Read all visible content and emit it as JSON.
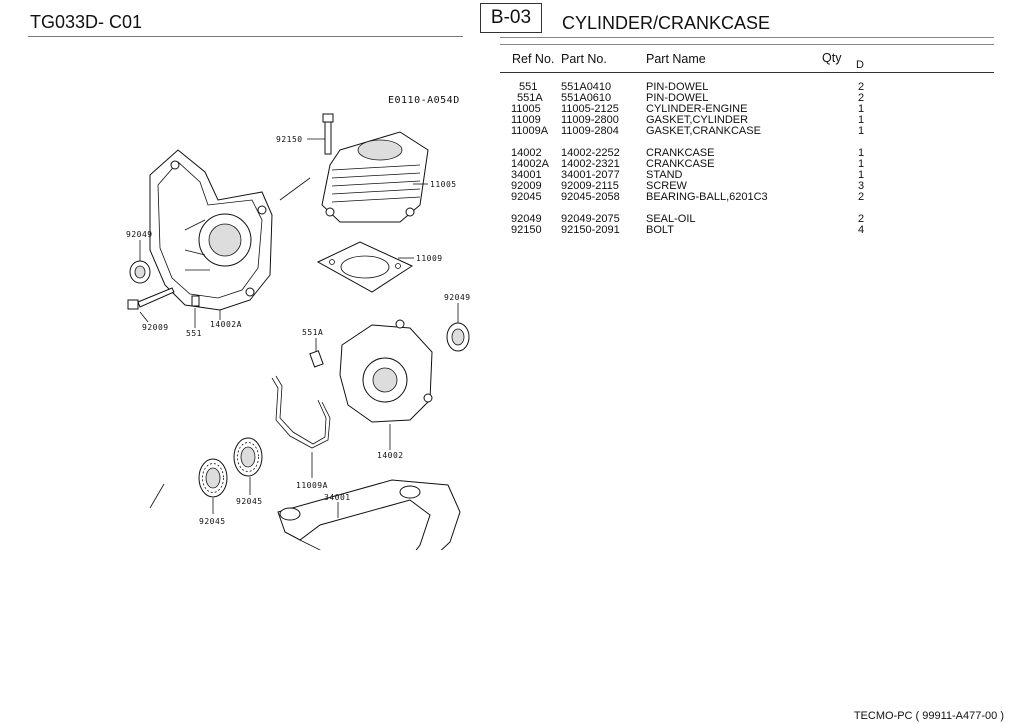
{
  "header": {
    "model": "TG033D- C01",
    "section": "B-03",
    "title": "CYLINDER/CRANKCASE"
  },
  "table": {
    "headers": {
      "ref": "Ref No.",
      "part": "Part No.",
      "name": "Part Name",
      "qty": "Qty",
      "d": "D"
    },
    "rows": [
      {
        "ref": "551",
        "part": "551A0410",
        "name": "PIN-DOWEL",
        "qty": "2"
      },
      {
        "ref": "551A",
        "part": "551A0610",
        "name": "PIN-DOWEL",
        "qty": "2"
      },
      {
        "ref": "11005",
        "part": "11005-2125",
        "name": "CYLINDER-ENGINE",
        "qty": "1"
      },
      {
        "ref": "11009",
        "part": "11009-2800",
        "name": "GASKET,CYLINDER",
        "qty": "1"
      },
      {
        "ref": "11009A",
        "part": "11009-2804",
        "name": "GASKET,CRANKCASE",
        "qty": "1"
      },
      {
        "ref": "14002",
        "part": "14002-2252",
        "name": "CRANKCASE",
        "qty": "1"
      },
      {
        "ref": "14002A",
        "part": "14002-2321",
        "name": "CRANKCASE",
        "qty": "1"
      },
      {
        "ref": "34001",
        "part": "34001-2077",
        "name": "STAND",
        "qty": "1"
      },
      {
        "ref": "92009",
        "part": "92009-2115",
        "name": "SCREW",
        "qty": "3"
      },
      {
        "ref": "92045",
        "part": "92045-2058",
        "name": "BEARING-BALL,6201C3",
        "qty": "2"
      },
      {
        "ref": "92049",
        "part": "92049-2075",
        "name": "SEAL-OIL",
        "qty": "2"
      },
      {
        "ref": "92150",
        "part": "92150-2091",
        "name": "BOLT",
        "qty": "4"
      }
    ]
  },
  "diagram": {
    "code": "E0110-A054D",
    "labels": {
      "l92150": "92150",
      "l11005": "11005",
      "l11009": "11009",
      "l92049a": "92049",
      "l92049b": "92049",
      "l92009": "92009",
      "l551": "551",
      "l14002A": "14002A",
      "l551A": "551A",
      "l14002": "14002",
      "l11009A": "11009A",
      "l92045a": "92045",
      "l34001": "34001",
      "l92045b": "92045"
    }
  },
  "footer": {
    "text": "TECMO-PC  ( 99911-A477-00 )"
  }
}
